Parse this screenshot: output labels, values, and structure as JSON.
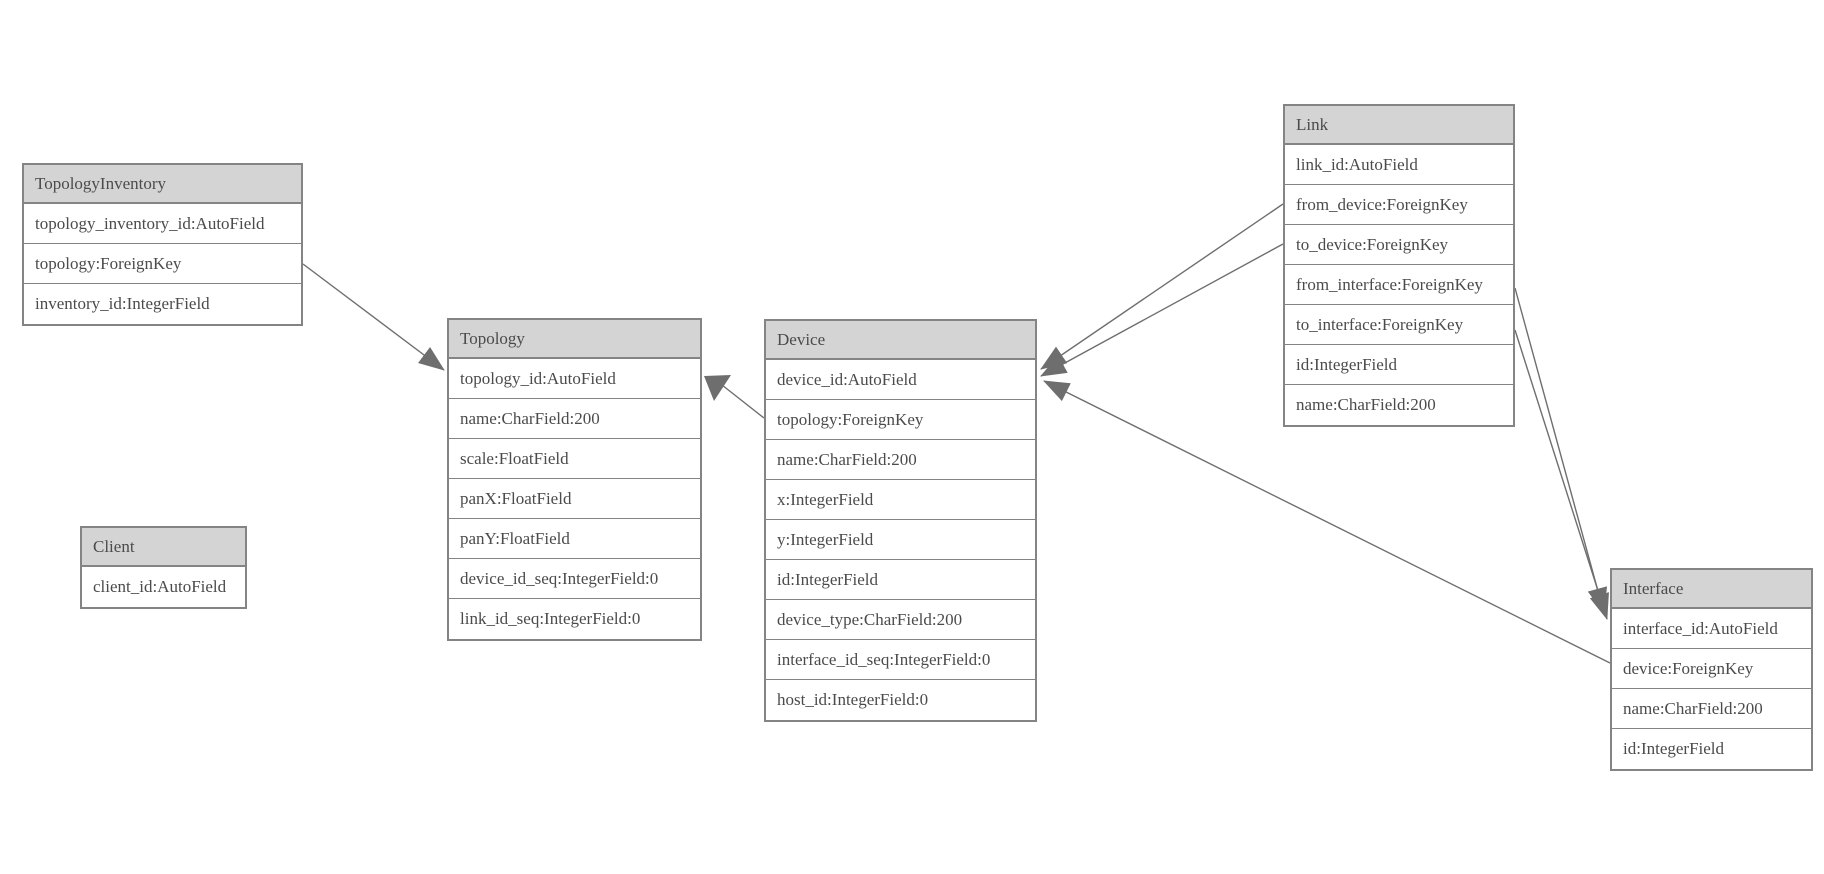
{
  "diagram": {
    "colors": {
      "header_fill": "#d4d4d4",
      "border": "#848484",
      "text": "#4b4b4b",
      "line": "#6e6e6e",
      "background": "#ffffff"
    },
    "entities": [
      {
        "name": "TopologyInventory",
        "fields": [
          "topology_inventory_id:AutoField",
          "topology:ForeignKey",
          "inventory_id:IntegerField"
        ]
      },
      {
        "name": "Topology",
        "fields": [
          "topology_id:AutoField",
          "name:CharField:200",
          "scale:FloatField",
          "panX:FloatField",
          "panY:FloatField",
          "device_id_seq:IntegerField:0",
          "link_id_seq:IntegerField:0"
        ]
      },
      {
        "name": "Client",
        "fields": [
          "client_id:AutoField"
        ]
      },
      {
        "name": "Device",
        "fields": [
          "device_id:AutoField",
          "topology:ForeignKey",
          "name:CharField:200",
          "x:IntegerField",
          "y:IntegerField",
          "id:IntegerField",
          "device_type:CharField:200",
          "interface_id_seq:IntegerField:0",
          "host_id:IntegerField:0"
        ]
      },
      {
        "name": "Link",
        "fields": [
          "link_id:AutoField",
          "from_device:ForeignKey",
          "to_device:ForeignKey",
          "from_interface:ForeignKey",
          "to_interface:ForeignKey",
          "id:IntegerField",
          "name:CharField:200"
        ]
      },
      {
        "name": "Interface",
        "fields": [
          "interface_id:AutoField",
          "device:ForeignKey",
          "name:CharField:200",
          "id:IntegerField"
        ]
      }
    ],
    "relationships": [
      {
        "from": "TopologyInventory.topology",
        "to": "Topology"
      },
      {
        "from": "Device.topology",
        "to": "Topology"
      },
      {
        "from": "Link.from_device",
        "to": "Device"
      },
      {
        "from": "Link.to_device",
        "to": "Device"
      },
      {
        "from": "Interface.device",
        "to": "Device"
      },
      {
        "from": "Link.from_interface",
        "to": "Interface"
      },
      {
        "from": "Link.to_interface",
        "to": "Interface"
      }
    ]
  }
}
